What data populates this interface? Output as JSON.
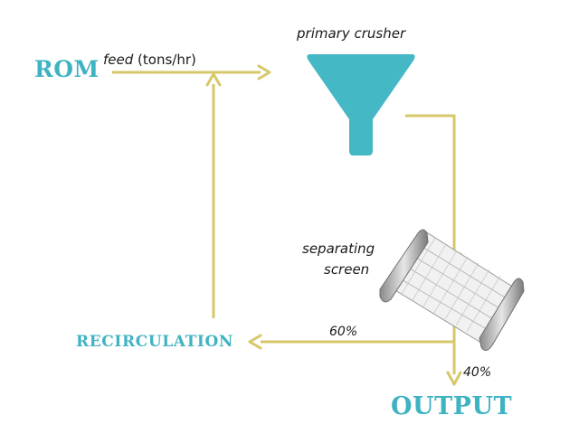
{
  "nodes": {
    "rom": "ROM",
    "recirculation": "RECIRCULATION",
    "output": "OUTPUT"
  },
  "equipment": {
    "crusher_label": "primary crusher",
    "screen_label_line1": "separating",
    "screen_label_line2": "screen"
  },
  "flows": {
    "feed_word": "feed",
    "feed_unit": "(tons/hr)",
    "recirculation_pct": "60%",
    "output_pct": "40%"
  },
  "colors": {
    "node_text": "#3FB3C2",
    "crusher_fill": "#45B8C6",
    "arrow": "#D6C86A"
  }
}
